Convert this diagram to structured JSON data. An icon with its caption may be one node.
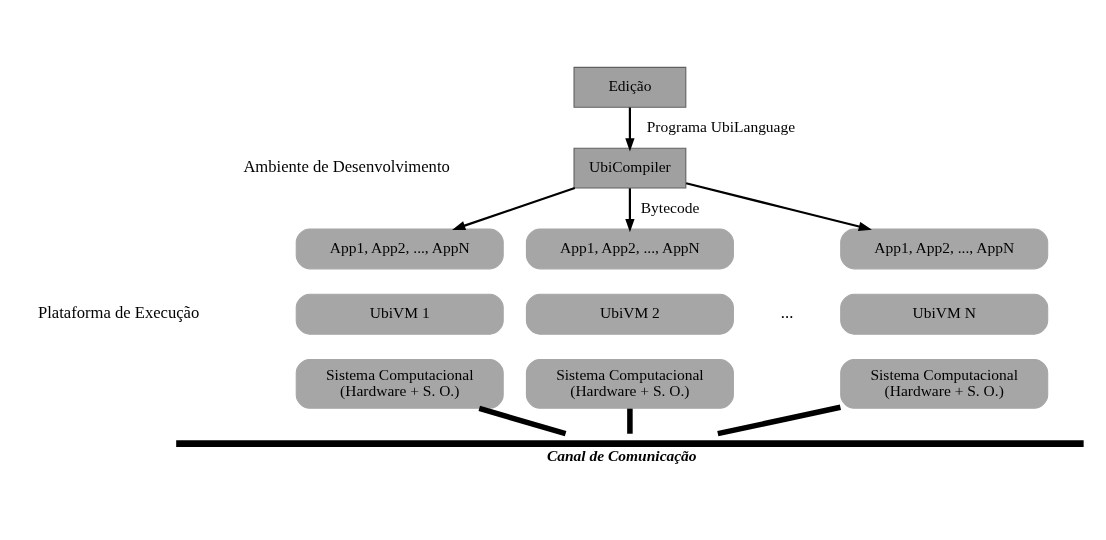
{
  "diagram": {
    "nodes": [
      {
        "text": [
          "Edição"
        ]
      },
      {
        "text": [
          "UbiCompiler"
        ]
      },
      {
        "text": [
          "App1, App2, ..., AppN"
        ]
      },
      {
        "text": [
          "UbiVM 1"
        ]
      },
      {
        "text": [
          "Sistema Computacional (Hardware + S. O.)"
        ]
      },
      {
        "text": [
          "App1, App2, ..., AppN"
        ]
      },
      {
        "text": [
          "UbiVM 2"
        ]
      },
      {
        "text": [
          "Sistema Computacional (Hardware + S. O.)"
        ]
      },
      {
        "text": [
          "App1, App2, ..., AppN"
        ]
      },
      {
        "text": [
          "UbiVM N"
        ]
      },
      {
        "text": [
          "Sistema Computacional (Hardware + S. O.)"
        ]
      },
      {
        "text": [
          "Canal de Comunicação"
        ]
      }
    ],
    "edges": [
      {
        "from": 0,
        "to": 1,
        "arrow": "to",
        "label": "Programa UbiLanguage"
      },
      {
        "from": 1,
        "to": 2,
        "arrow": "to"
      },
      {
        "from": 1,
        "to": 5,
        "arrow": "to",
        "label": "Bytecode"
      },
      {
        "from": 1,
        "to": 8,
        "arrow": "to"
      },
      {
        "from": 4,
        "to": 11,
        "arrow": "none",
        "style": "thick"
      },
      {
        "from": 7,
        "to": 11,
        "arrow": "none",
        "style": "thick"
      },
      {
        "from": 10,
        "to": 11,
        "arrow": "none",
        "style": "thick"
      }
    ],
    "labels": [
      "Ambiente de Desenvolvimento",
      "Plataforma de Execução",
      "..."
    ]
  }
}
